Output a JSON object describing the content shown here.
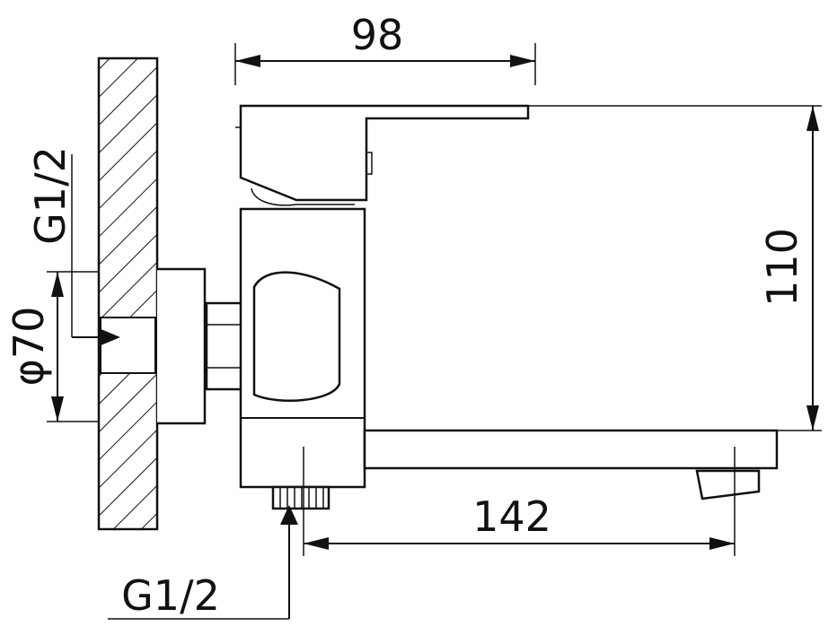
{
  "dimensions": {
    "top_width": "98",
    "height": "110",
    "spout_reach": "142",
    "wall_flange_diameter": "φ70",
    "wall_thread": "G1/2",
    "bottom_thread": "G1/2"
  }
}
